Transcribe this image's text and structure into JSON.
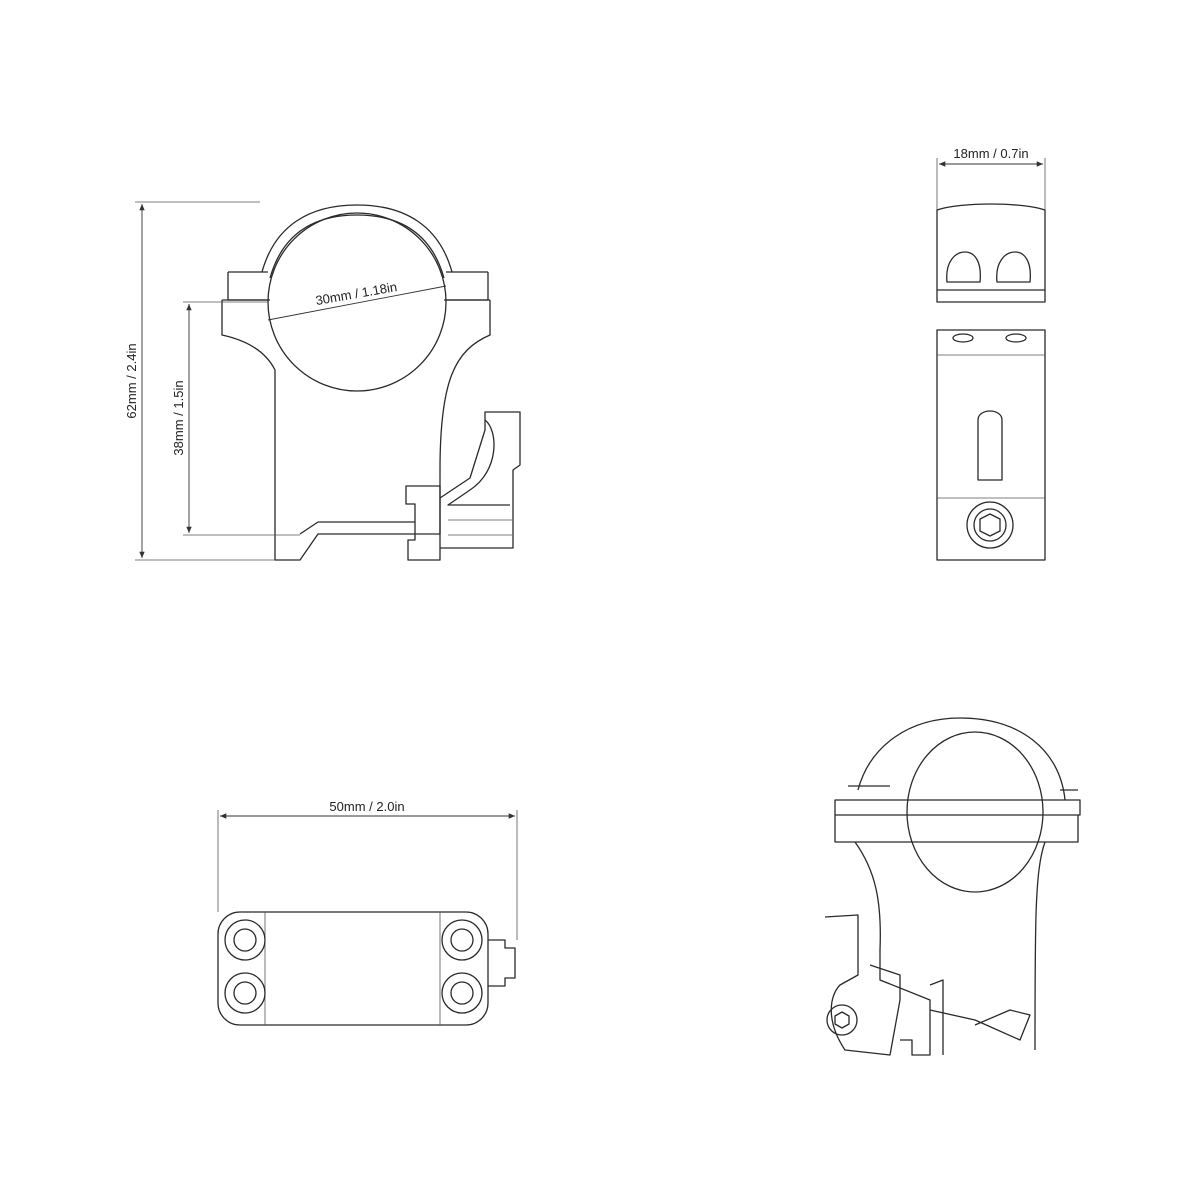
{
  "dimensions": {
    "overall_height": "62mm / 2.4in",
    "center_height": "38mm / 1.5in",
    "ring_diameter": "30mm / 1.18in",
    "width": "18mm / 0.7in",
    "length": "50mm / 2.0in"
  }
}
